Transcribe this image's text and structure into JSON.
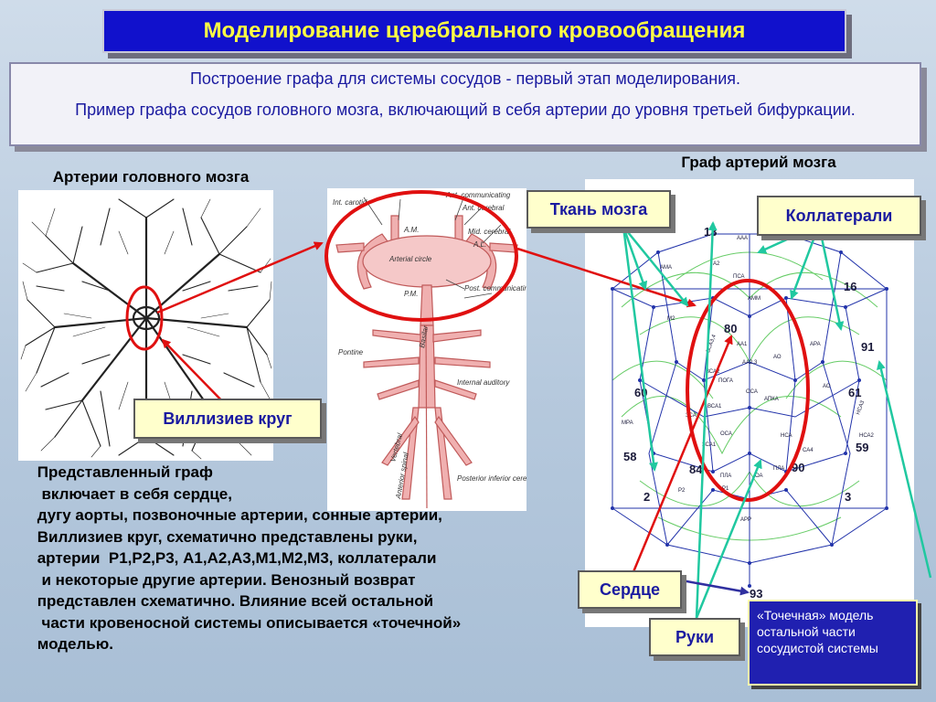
{
  "title": "Моделирование церебрального кровообращения",
  "intro": {
    "line1": "Построение графа для системы сосудов - первый этап моделирования.",
    "line2": "Пример графа сосудов головного мозга, включающий в себя артерии до уровня третьей бифуркации."
  },
  "labels": {
    "brain_arteries": "Артерии головного мозга",
    "graph_title": "Граф артерий мозга"
  },
  "anatomy_labels": [
    "Int. carotid",
    "Ant. communicating",
    "Ant. cerebral",
    "A.M.",
    "Mid. cerebral",
    "A.L.",
    "Arterial circle",
    "P.M.",
    "Post. communicating",
    "Pontine",
    "Internal auditory",
    "Basilar",
    "Vertebral",
    "Anterior spinal",
    "Posterior inferior cerebellar"
  ],
  "graph_numbers": [
    "13",
    "16",
    "91",
    "80",
    "60",
    "61",
    "58",
    "59",
    "84",
    "90",
    "2",
    "3",
    "93"
  ],
  "graph_labels": [
    "AAA",
    "AMA",
    "A2",
    "ПСА",
    "АММ",
    "M2",
    "ВСА3,4",
    "AA1",
    "АО",
    "АРА",
    "AA2,3",
    "ВСА2",
    "ПОГА",
    "ОСА",
    "АПКА",
    "АО",
    "МРА",
    "ВСА1",
    "НСА3",
    "ЗСА",
    "ОСА",
    "НСА",
    "ЗСА1",
    "НСА2",
    "СА4",
    "P2",
    "P1",
    "ПЛА",
    "ОА",
    "ПЛА",
    "АРР"
  ],
  "callouts": {
    "willis": "Виллизиев круг",
    "tissue": "Ткань мозга",
    "collaterals": "Коллатерали",
    "heart": "Сердце",
    "arms": "Руки",
    "point_model": "«Точечная» модель остальной части сосудистой системы"
  },
  "description": " Представленный граф\n  включает в себя сердце,\n дугу аорты, позвоночные артерии, сонные артерии,\n Виллизиев круг, схематично представлены руки,\n артерии  Р1,Р2,Р3, А1,А2,А3,М1,М2,М3, коллатерали\n  и некоторые другие артерии. Венозный возврат\n представлен схематично. Влияние всей остальной\n  части кровеносной системы описывается «точечной»\n моделью.",
  "colors": {
    "title_bg": "#1111cc",
    "title_text": "#ffff44",
    "callout_bg": "#ffffcc",
    "callout_text": "#1a1aa0",
    "red": "#e01010",
    "teal": "#20c8a0",
    "graph_blue": "#2233aa",
    "graph_green": "#66cc66",
    "vessel_pink": "#e8a0a0"
  }
}
